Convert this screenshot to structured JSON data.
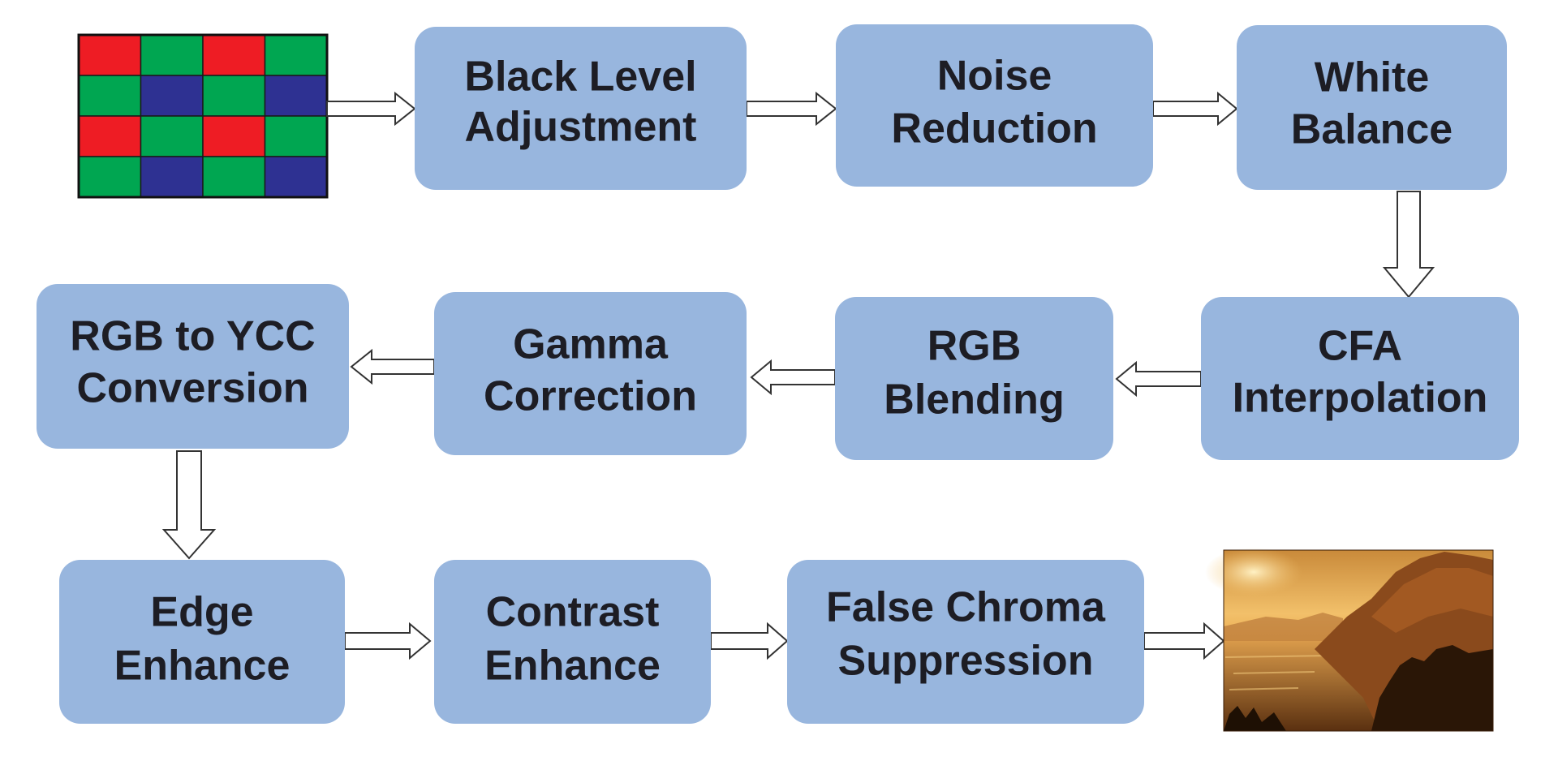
{
  "colors": {
    "box_fill": "#98b6de",
    "text": "#1d1d24",
    "bayer_red": "#ee1c24",
    "bayer_green": "#00a651",
    "bayer_blue": "#2e3192"
  },
  "input_image": {
    "icon": "bayer-cfa-mosaic-icon",
    "pattern": [
      [
        "red",
        "green",
        "red",
        "green"
      ],
      [
        "green",
        "blue",
        "green",
        "blue"
      ],
      [
        "red",
        "green",
        "red",
        "green"
      ],
      [
        "green",
        "blue",
        "green",
        "blue"
      ]
    ]
  },
  "output_image": {
    "icon": "landscape-photo-icon"
  },
  "nodes": [
    {
      "id": "black_level",
      "lines": [
        "Black Level",
        "Adjustment"
      ]
    },
    {
      "id": "noise_reduction",
      "lines": [
        "Noise",
        "Reduction"
      ]
    },
    {
      "id": "white_balance",
      "lines": [
        "White",
        "Balance"
      ]
    },
    {
      "id": "cfa_interpolation",
      "lines": [
        "CFA",
        "Interpolation"
      ]
    },
    {
      "id": "rgb_blending",
      "lines": [
        "RGB",
        "Blending"
      ]
    },
    {
      "id": "gamma_correction",
      "lines": [
        "Gamma",
        "Correction"
      ]
    },
    {
      "id": "rgb_to_ycc",
      "lines": [
        "RGB to YCC",
        "Conversion"
      ]
    },
    {
      "id": "edge_enhance",
      "lines": [
        "Edge",
        "Enhance"
      ]
    },
    {
      "id": "contrast_enhance",
      "lines": [
        "Contrast",
        "Enhance"
      ]
    },
    {
      "id": "false_chroma",
      "lines": [
        "False Chroma",
        "Suppression"
      ]
    }
  ]
}
